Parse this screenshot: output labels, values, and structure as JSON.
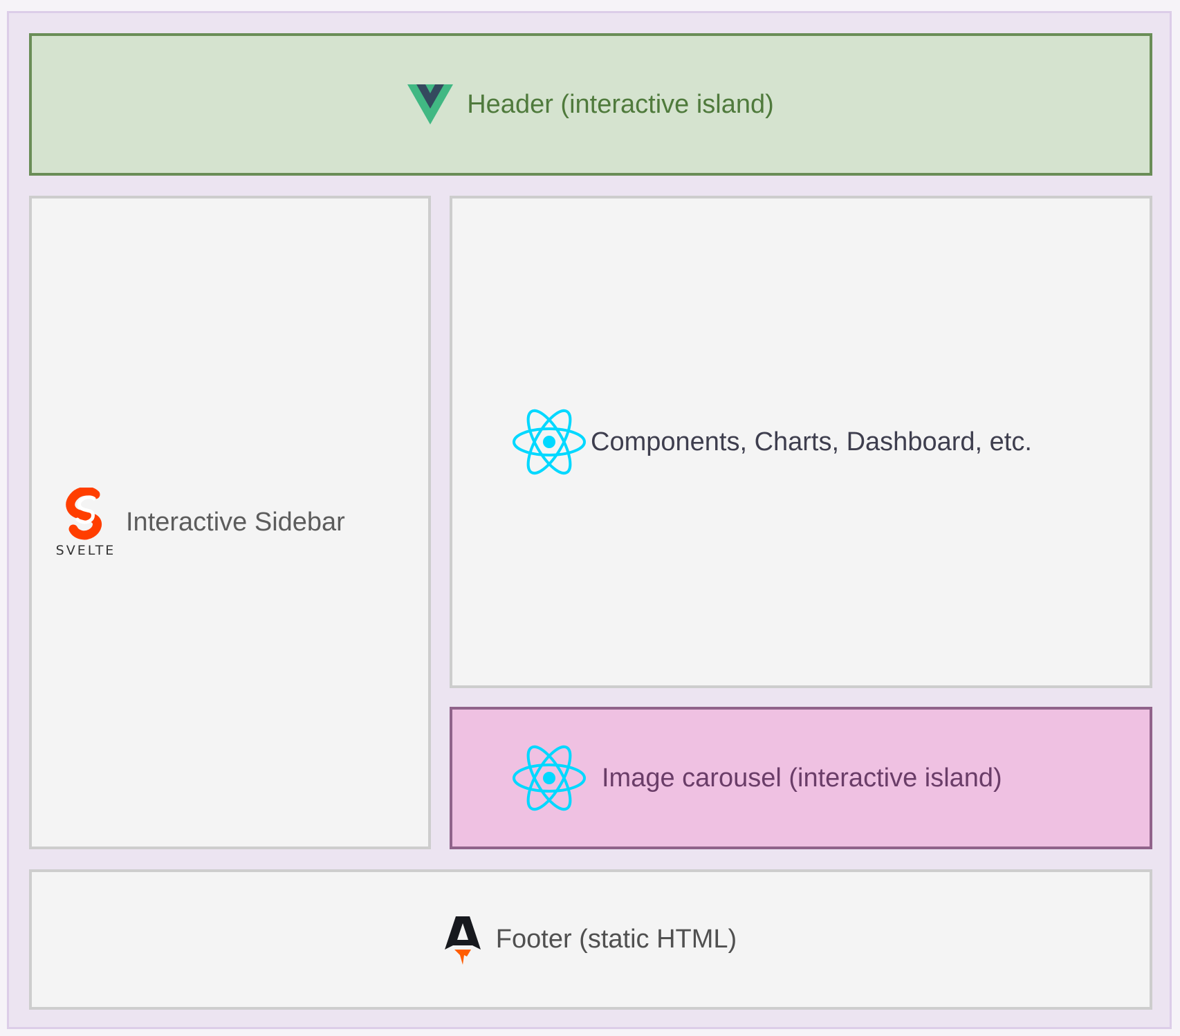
{
  "colors": {
    "header_bg": "#d5e3cf",
    "header_border": "#6a8d57",
    "panel_bg": "#f4f4f4",
    "panel_border": "#cdcdcd",
    "carousel_bg": "#efc1e2",
    "carousel_border": "#90638a",
    "outer_bg": "#ece4f1",
    "vue_green": "#41b883",
    "vue_dark": "#34495e",
    "react_cyan": "#00d8ff",
    "svelte_orange": "#ff3e00",
    "astro_dark": "#17191e",
    "astro_flame": "#ff5d01"
  },
  "header": {
    "label": "Header (interactive island)",
    "icon": "vue-icon"
  },
  "sidebar": {
    "label": "Interactive Sidebar",
    "icon": "svelte-icon",
    "icon_wordmark": "SVELTE"
  },
  "main": {
    "label": "Components, Charts, Dashboard, etc.",
    "icon": "react-icon"
  },
  "carousel": {
    "label": "Image carousel (interactive island)",
    "icon": "react-icon"
  },
  "footer": {
    "label": "Footer (static HTML)",
    "icon": "astro-icon"
  }
}
